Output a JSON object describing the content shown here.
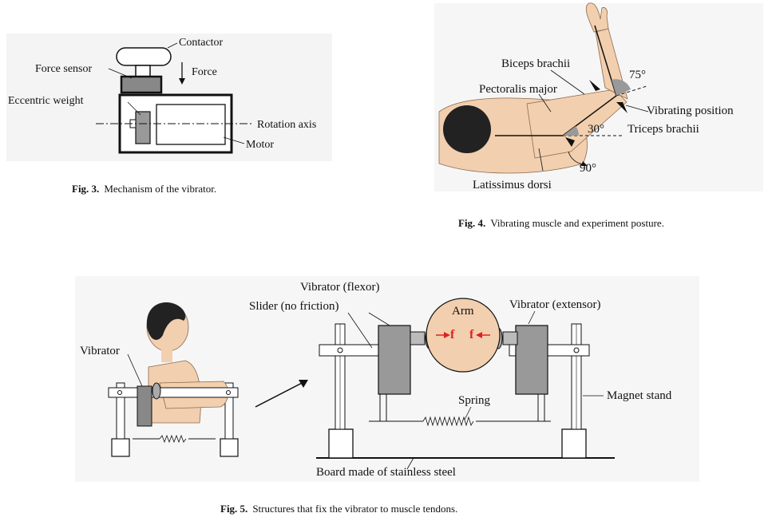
{
  "fig3": {
    "labels": {
      "contactor": "Contactor",
      "force_sensor": "Force sensor",
      "force": "Force",
      "eccentric_weight": "Eccentric weight",
      "rotation_axis": "Rotation axis",
      "motor": "Motor"
    },
    "caption_num": "Fig. 3.",
    "caption_text": "Mechanism of the vibrator."
  },
  "fig4": {
    "labels": {
      "biceps": "Biceps brachii",
      "pectoralis": "Pectoralis major",
      "angle_75": "75°",
      "vibrating_position": "Vibrating position",
      "angle_30": "30°",
      "triceps": "Triceps brachii",
      "angle_90": "90°",
      "latissimus": "Latissimus dorsi"
    },
    "caption_num": "Fig. 4.",
    "caption_text": "Vibrating muscle and experiment posture."
  },
  "fig5": {
    "labels": {
      "vibrator": "Vibrator",
      "vibrator_flexor": "Vibrator (flexor)",
      "slider": "Slider (no friction)",
      "arm": "Arm",
      "force_f1": "f",
      "force_f2": "f",
      "vibrator_extensor": "Vibrator (extensor)",
      "spring": "Spring",
      "magnet_stand": "Magnet stand",
      "board": "Board made of stainless steel"
    },
    "caption_num": "Fig. 5.",
    "caption_text": "Structures that fix the vibrator to muscle tendons."
  }
}
